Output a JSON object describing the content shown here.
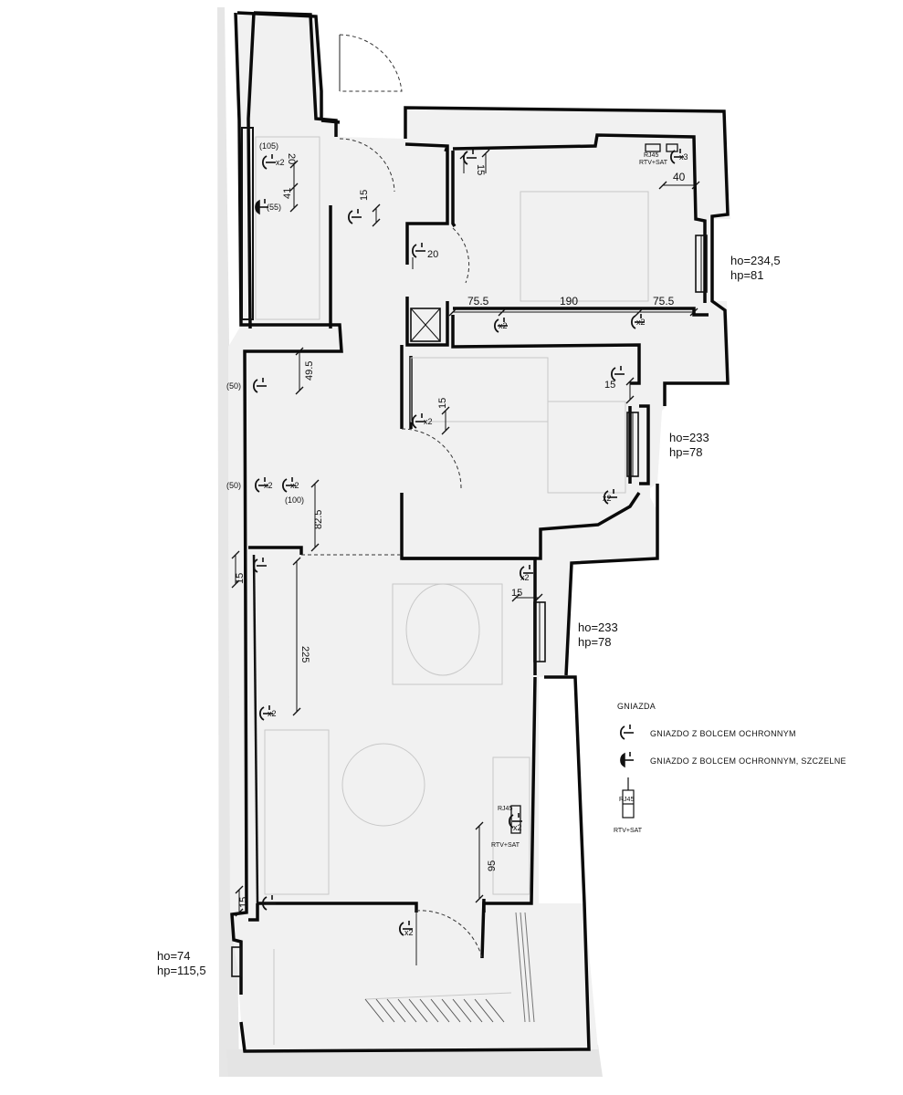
{
  "windows": {
    "w1": {
      "ho": "ho=234,5",
      "hp": "hp=81"
    },
    "w2": {
      "ho": "ho=233",
      "hp": "hp=78"
    },
    "w3": {
      "ho": "ho=233",
      "hp": "hp=78"
    },
    "w4": {
      "ho": "ho=74",
      "hp": "hp=115,5"
    }
  },
  "dimensions": {
    "d_75_5_left": "75.5",
    "d_190": "190",
    "d_75_5_right": "75.5",
    "d_40": "40",
    "d_15_top": "15",
    "d_20_door": "20",
    "d_15_hall": "15",
    "d_20_kitchen": "20",
    "d_41": "41",
    "d_49_5": "49.5",
    "d_15_bed2": "15",
    "d_15_bed2_right": "15",
    "d_82_5": "82.5",
    "d_15_living_left": "15",
    "d_225": "225",
    "d_15_living_right": "15",
    "d_95": "95",
    "d_15_bottom": "15"
  },
  "heights": {
    "h105": "(105)",
    "h55": "(55)",
    "h50a": "(50)",
    "h50b": "(50)",
    "h100": "(100)"
  },
  "multipliers": {
    "x2_kitchen": "x2",
    "x2_bed1": "x2",
    "x2_bed1_right": "x2",
    "x3_corner": "x3",
    "x2_bed2": "x2",
    "x2_bed2_right": "x2",
    "x2_hall_a": "x2",
    "x2_hall_b": "x2",
    "x2_living_top": "x2",
    "x2_living_left": "x2",
    "x2_media": "x2",
    "x2_bottom": "x2"
  },
  "media_labels": {
    "rj45_top": "RJ45",
    "rtv_top": "RTV+SAT",
    "rj45_living": "RJ45",
    "rtv_living": "RTV+SAT"
  },
  "legend": {
    "title": "GNIAZDA",
    "item1": "GNIAZDO Z BOLCEM OCHRONNYM",
    "item2": "GNIAZDO Z BOLCEM OCHRONNYM, SZCZELNE",
    "item3_top": "RJ45",
    "item3_bottom": "RTV+SAT"
  },
  "colors": {
    "wall": "#0a0a0a",
    "paper": "#ffffff",
    "shadow": "#e2e2e2"
  }
}
